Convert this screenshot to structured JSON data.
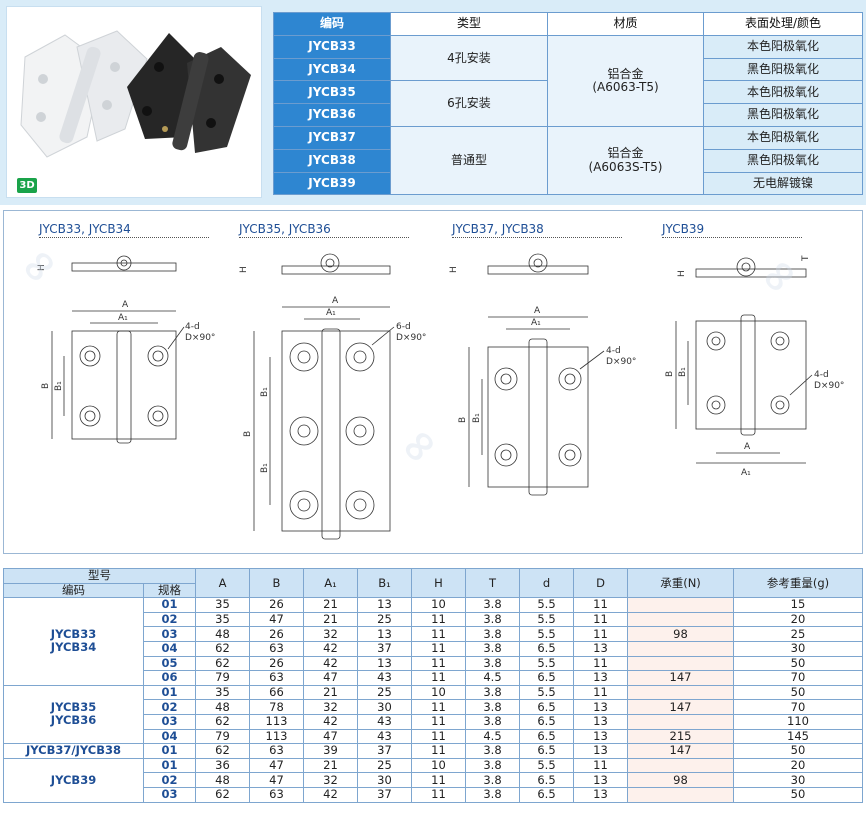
{
  "badge_3d": "3D",
  "top_table": {
    "headers": [
      "编码",
      "类型",
      "材质",
      "表面处理/颜色"
    ],
    "codes": [
      "JYCB33",
      "JYCB34",
      "JYCB35",
      "JYCB36",
      "JYCB37",
      "JYCB38",
      "JYCB39"
    ],
    "types": [
      "4孔安装",
      "6孔安装",
      "普通型"
    ],
    "material_a": "铝合金\n(A6063-T5)",
    "material_b": "铝合金\n(A6063S-T5)",
    "finishes": [
      "本色阳极氧化",
      "黑色阳极氧化",
      "本色阳极氧化",
      "黑色阳极氧化",
      "本色阳极氧化",
      "黑色阳极氧化",
      "无电解镀镍"
    ]
  },
  "drawings": {
    "labels": [
      "JYCB33, JYCB34",
      "JYCB35, JYCB36",
      "JYCB37, JYCB38",
      "JYCB39"
    ],
    "notes": [
      "4-d\nD×90°",
      "6-d\nD×90°",
      "4-d\nD×90°",
      "4-d\nD×90°"
    ],
    "dims": {
      "A": "A",
      "A1": "A₁",
      "B": "B",
      "B1": "B₁",
      "H": "H",
      "T": "T"
    }
  },
  "spec_table": {
    "header_group": "型号",
    "header_code": "编码",
    "header_spec": "规格",
    "columns": [
      "A",
      "B",
      "A₁",
      "B₁",
      "H",
      "T",
      "d",
      "D",
      "承重(N)",
      "参考重量(g)"
    ],
    "groups": [
      {
        "code": "JYCB33\nJYCB34",
        "rows": [
          [
            "01",
            "35",
            "26",
            "21",
            "13",
            "10",
            "3.8",
            "5.5",
            "11",
            "",
            "15"
          ],
          [
            "02",
            "35",
            "47",
            "21",
            "25",
            "11",
            "3.8",
            "5.5",
            "11",
            "",
            "20"
          ],
          [
            "03",
            "48",
            "26",
            "32",
            "13",
            "11",
            "3.8",
            "5.5",
            "11",
            "98",
            "25"
          ],
          [
            "04",
            "62",
            "63",
            "42",
            "37",
            "11",
            "3.8",
            "6.5",
            "13",
            "",
            "30"
          ],
          [
            "05",
            "62",
            "26",
            "42",
            "13",
            "11",
            "3.8",
            "5.5",
            "11",
            "",
            "50"
          ],
          [
            "06",
            "79",
            "63",
            "47",
            "43",
            "11",
            "4.5",
            "6.5",
            "13",
            "147",
            "70"
          ]
        ]
      },
      {
        "code": "JYCB35\nJYCB36",
        "rows": [
          [
            "01",
            "35",
            "66",
            "21",
            "25",
            "10",
            "3.8",
            "5.5",
            "11",
            "",
            "50"
          ],
          [
            "02",
            "48",
            "78",
            "32",
            "30",
            "11",
            "3.8",
            "6.5",
            "13",
            "147",
            "70"
          ],
          [
            "03",
            "62",
            "113",
            "42",
            "43",
            "11",
            "3.8",
            "6.5",
            "13",
            "",
            "110"
          ],
          [
            "04",
            "79",
            "113",
            "47",
            "43",
            "11",
            "4.5",
            "6.5",
            "13",
            "215",
            "145"
          ]
        ]
      },
      {
        "code": "JYCB37/JYCB38",
        "rows": [
          [
            "01",
            "62",
            "63",
            "39",
            "37",
            "11",
            "3.8",
            "6.5",
            "13",
            "147",
            "50"
          ]
        ]
      },
      {
        "code": "JYCB39",
        "rows": [
          [
            "01",
            "36",
            "47",
            "21",
            "25",
            "10",
            "3.8",
            "5.5",
            "11",
            "",
            "20"
          ],
          [
            "02",
            "48",
            "47",
            "32",
            "30",
            "11",
            "3.8",
            "6.5",
            "13",
            "98",
            "30"
          ],
          [
            "03",
            "62",
            "63",
            "42",
            "37",
            "11",
            "3.8",
            "6.5",
            "13",
            "",
            "50"
          ]
        ]
      }
    ]
  }
}
